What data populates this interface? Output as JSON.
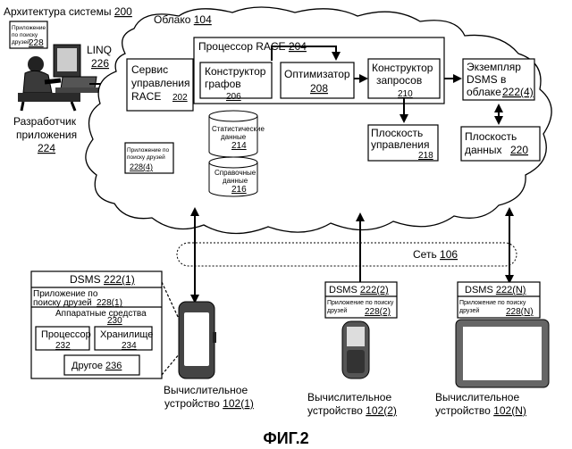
{
  "arch": {
    "title": "Архитектура системы",
    "ref": "200"
  },
  "app_top": {
    "label_lines": [
      "Приложение",
      "по поиску",
      "друзей"
    ],
    "ref": "228"
  },
  "developer": {
    "label_lines": [
      "Разработчик",
      "приложения"
    ],
    "ref": "224"
  },
  "linq": {
    "label": "LINQ",
    "ref": "226"
  },
  "cloud": {
    "label": "Облако",
    "ref": "104"
  },
  "race_service": {
    "label_lines": [
      "Сервис",
      "управления",
      "RACE"
    ],
    "ref": "202"
  },
  "race_processor": {
    "label": "Процессор RACE",
    "ref": "204"
  },
  "graph_builder": {
    "label_lines": [
      "Конструктор",
      "графов"
    ],
    "ref": "206"
  },
  "optimizer": {
    "label": "Оптимизатор",
    "ref": "208"
  },
  "query_builder": {
    "label_lines": [
      "Конструктор",
      "запросов"
    ],
    "ref": "210"
  },
  "stats_db": {
    "label_lines": [
      "Статистические",
      "данные"
    ],
    "ref": "214"
  },
  "ref_db": {
    "label_lines": [
      "Справочные",
      "данные"
    ],
    "ref": "216"
  },
  "app_cloud": {
    "label_lines": [
      "Приложение по",
      "поиску друзей"
    ],
    "ref": "228(4)"
  },
  "control_plane": {
    "label_lines": [
      "Плоскость",
      "управления"
    ],
    "ref": "218"
  },
  "dsms_cloud": {
    "label_lines": [
      "Экземпляр",
      "DSMS в",
      "облаке"
    ],
    "ref": "222(4)"
  },
  "data_plane": {
    "label_lines": [
      "Плоскость",
      "данных"
    ],
    "ref": "220"
  },
  "network": {
    "label": "Сеть",
    "ref": "106"
  },
  "device1": {
    "dsms": {
      "label": "DSMS",
      "ref": "222(1)"
    },
    "app": {
      "label_lines": [
        "Приложение по",
        "поиску друзей"
      ],
      "ref": "228(1)"
    },
    "hardware": {
      "label": "Аппаратные средства",
      "ref": "230"
    },
    "cpu": {
      "label": "Процессор",
      "ref": "232"
    },
    "storage": {
      "label": "Хранилище",
      "ref": "234"
    },
    "other": {
      "label": "Другое",
      "ref": "236"
    },
    "caption_lines": [
      "Вычислительное",
      "устройство"
    ],
    "ref": "102(1)"
  },
  "device2": {
    "dsms": {
      "label": "DSMS",
      "ref": "222(2)"
    },
    "app": {
      "label_lines": [
        "Приложение по поиску",
        "друзей"
      ],
      "ref": "228(2)"
    },
    "caption_lines": [
      "Вычислительное",
      "устройство"
    ],
    "ref": "102(2)"
  },
  "deviceN": {
    "dsms": {
      "label": "DSMS",
      "ref": "222(N)"
    },
    "app": {
      "label_lines": [
        "Приложение по поиску",
        "друзей"
      ],
      "ref": "228(N)"
    },
    "caption_lines": [
      "Вычислительное",
      "устройство"
    ],
    "ref": "102(N)"
  },
  "figure": {
    "label": "ФИГ.2"
  }
}
